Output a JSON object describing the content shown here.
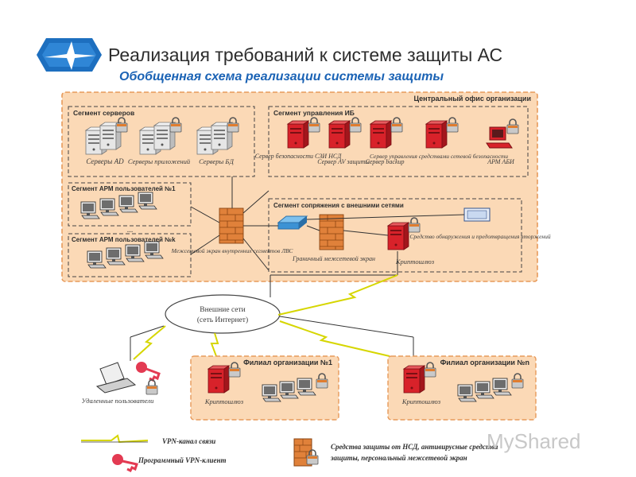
{
  "header": {
    "title": "Реализация требований к системе защиты АС",
    "subtitle": "Обобщенная схема реализации системы защиты"
  },
  "central_office": {
    "title": "Центральный офис организации",
    "servers_segment": {
      "title": "Сегмент серверов",
      "labels": [
        "Серверы AD",
        "Серверы приложений",
        "Серверы БД"
      ]
    },
    "security_segment": {
      "title": "Сегмент управления ИБ",
      "labels": [
        "Сервер безопасности СЗИ НСД",
        "Сервер AV защиты",
        "Сервер backup",
        "Сервер управления средствами сетевой безопасности",
        "АРМ АБИ"
      ]
    },
    "users1_segment": {
      "title": "Сегмент АРМ пользователей №1"
    },
    "usersk_segment": {
      "title": "Сегмент АРМ пользователей №k"
    },
    "ellipsis": "...",
    "inner_firewall": "Межсетевой экран внутренних сегментов ЛВС",
    "external_segment": {
      "title": "Сегмент сопряжения с внешними сетями",
      "border_firewall": "Граничный межсетевой экран",
      "cryptogateway": "Криптошлюз",
      "ids": "Средство обнаружения и предотвращения вторжений"
    }
  },
  "internet": {
    "line1": "Внешние сети",
    "line2": "(сеть Интернет)"
  },
  "remote_users": "Удаленные пользователи",
  "branch1": {
    "title": "Филиал организации №1",
    "cryptogateway": "Криптошлюз"
  },
  "branchn": {
    "title": "Филиал организации №n",
    "cryptogateway": "Криптошлюз"
  },
  "legend": {
    "vpn_channel": "VPN-канал связи",
    "vpn_client": "Программный VPN-клиент",
    "protection_line1": "Средства защиты от НСД, антивирусные средства",
    "protection_line2": "защиты, персональный межсетевой экран"
  },
  "watermark": "MyShared",
  "colors": {
    "zone_fill": "#fbd9b6",
    "zone_border": "#e79a5a",
    "subtitle": "#1b63b5",
    "server_red": "#d8222a",
    "server_gray": "#d9d9d9",
    "firewall": "#e0813a",
    "logo_blue": "#1d6fbf"
  }
}
